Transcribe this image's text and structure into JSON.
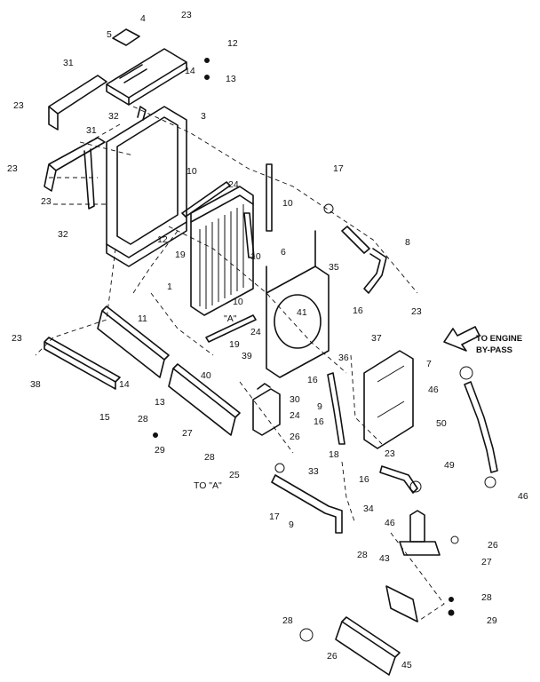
{
  "callouts": [
    {
      "id": "c23a",
      "text": "23"
    },
    {
      "id": "c4",
      "text": "4"
    },
    {
      "id": "c5",
      "text": "5"
    },
    {
      "id": "c12a",
      "text": "12"
    },
    {
      "id": "c14a",
      "text": "14"
    },
    {
      "id": "c13a",
      "text": "13"
    },
    {
      "id": "c31a",
      "text": "31"
    },
    {
      "id": "c23b",
      "text": "23"
    },
    {
      "id": "c32a",
      "text": "32"
    },
    {
      "id": "c3",
      "text": "3"
    },
    {
      "id": "c31b",
      "text": "31"
    },
    {
      "id": "c23c",
      "text": "23"
    },
    {
      "id": "c10a",
      "text": "10"
    },
    {
      "id": "c24a",
      "text": "24"
    },
    {
      "id": "c10b",
      "text": "10"
    },
    {
      "id": "c17a",
      "text": "17"
    },
    {
      "id": "c23d",
      "text": "23"
    },
    {
      "id": "c32b",
      "text": "32"
    },
    {
      "id": "c12b",
      "text": "12"
    },
    {
      "id": "c19a",
      "text": "19"
    },
    {
      "id": "c10c",
      "text": "10"
    },
    {
      "id": "c8",
      "text": "8"
    },
    {
      "id": "c6",
      "text": "6"
    },
    {
      "id": "c35",
      "text": "35"
    },
    {
      "id": "c1",
      "text": "1"
    },
    {
      "id": "c11",
      "text": "11"
    },
    {
      "id": "c10d",
      "text": "10"
    },
    {
      "id": "cA1",
      "text": "\"A\""
    },
    {
      "id": "c41",
      "text": "41"
    },
    {
      "id": "c16a",
      "text": "16"
    },
    {
      "id": "c23e",
      "text": "23"
    },
    {
      "id": "c23f",
      "text": "23"
    },
    {
      "id": "c24b",
      "text": "24"
    },
    {
      "id": "c37",
      "text": "37"
    },
    {
      "id": "c19b",
      "text": "19"
    },
    {
      "id": "c39",
      "text": "39"
    },
    {
      "id": "c40",
      "text": "40"
    },
    {
      "id": "c36",
      "text": "36"
    },
    {
      "id": "c7",
      "text": "7"
    },
    {
      "id": "c38",
      "text": "38"
    },
    {
      "id": "c14b",
      "text": "14"
    },
    {
      "id": "c13b",
      "text": "13"
    },
    {
      "id": "c16b",
      "text": "16"
    },
    {
      "id": "c46a",
      "text": "46"
    },
    {
      "id": "c15",
      "text": "15"
    },
    {
      "id": "c28a",
      "text": "28"
    },
    {
      "id": "c30",
      "text": "30"
    },
    {
      "id": "c24c",
      "text": "24"
    },
    {
      "id": "c9a",
      "text": "9"
    },
    {
      "id": "c50",
      "text": "50"
    },
    {
      "id": "c27a",
      "text": "27"
    },
    {
      "id": "c16c",
      "text": "16"
    },
    {
      "id": "c29a",
      "text": "29"
    },
    {
      "id": "c28b",
      "text": "28"
    },
    {
      "id": "c26a",
      "text": "26"
    },
    {
      "id": "c18",
      "text": "18"
    },
    {
      "id": "c23g",
      "text": "23"
    },
    {
      "id": "c25",
      "text": "25"
    },
    {
      "id": "c49",
      "text": "49"
    },
    {
      "id": "c33",
      "text": "33"
    },
    {
      "id": "c16d",
      "text": "16"
    },
    {
      "id": "cA2",
      "text": "TO \"A\""
    },
    {
      "id": "c46b",
      "text": "46"
    },
    {
      "id": "c46c",
      "text": "46"
    },
    {
      "id": "c17b",
      "text": "17"
    },
    {
      "id": "c9b",
      "text": "9"
    },
    {
      "id": "c34",
      "text": "34"
    },
    {
      "id": "c28c",
      "text": "28"
    },
    {
      "id": "c26b",
      "text": "26"
    },
    {
      "id": "c43",
      "text": "43"
    },
    {
      "id": "c27b",
      "text": "27"
    },
    {
      "id": "c28d",
      "text": "28"
    },
    {
      "id": "c29b",
      "text": "29"
    },
    {
      "id": "c28e",
      "text": "28"
    },
    {
      "id": "c26c",
      "text": "26"
    },
    {
      "id": "c45",
      "text": "45"
    }
  ],
  "engine_note": {
    "line1": "TO ENGINE",
    "line2": "BY-PASS"
  }
}
